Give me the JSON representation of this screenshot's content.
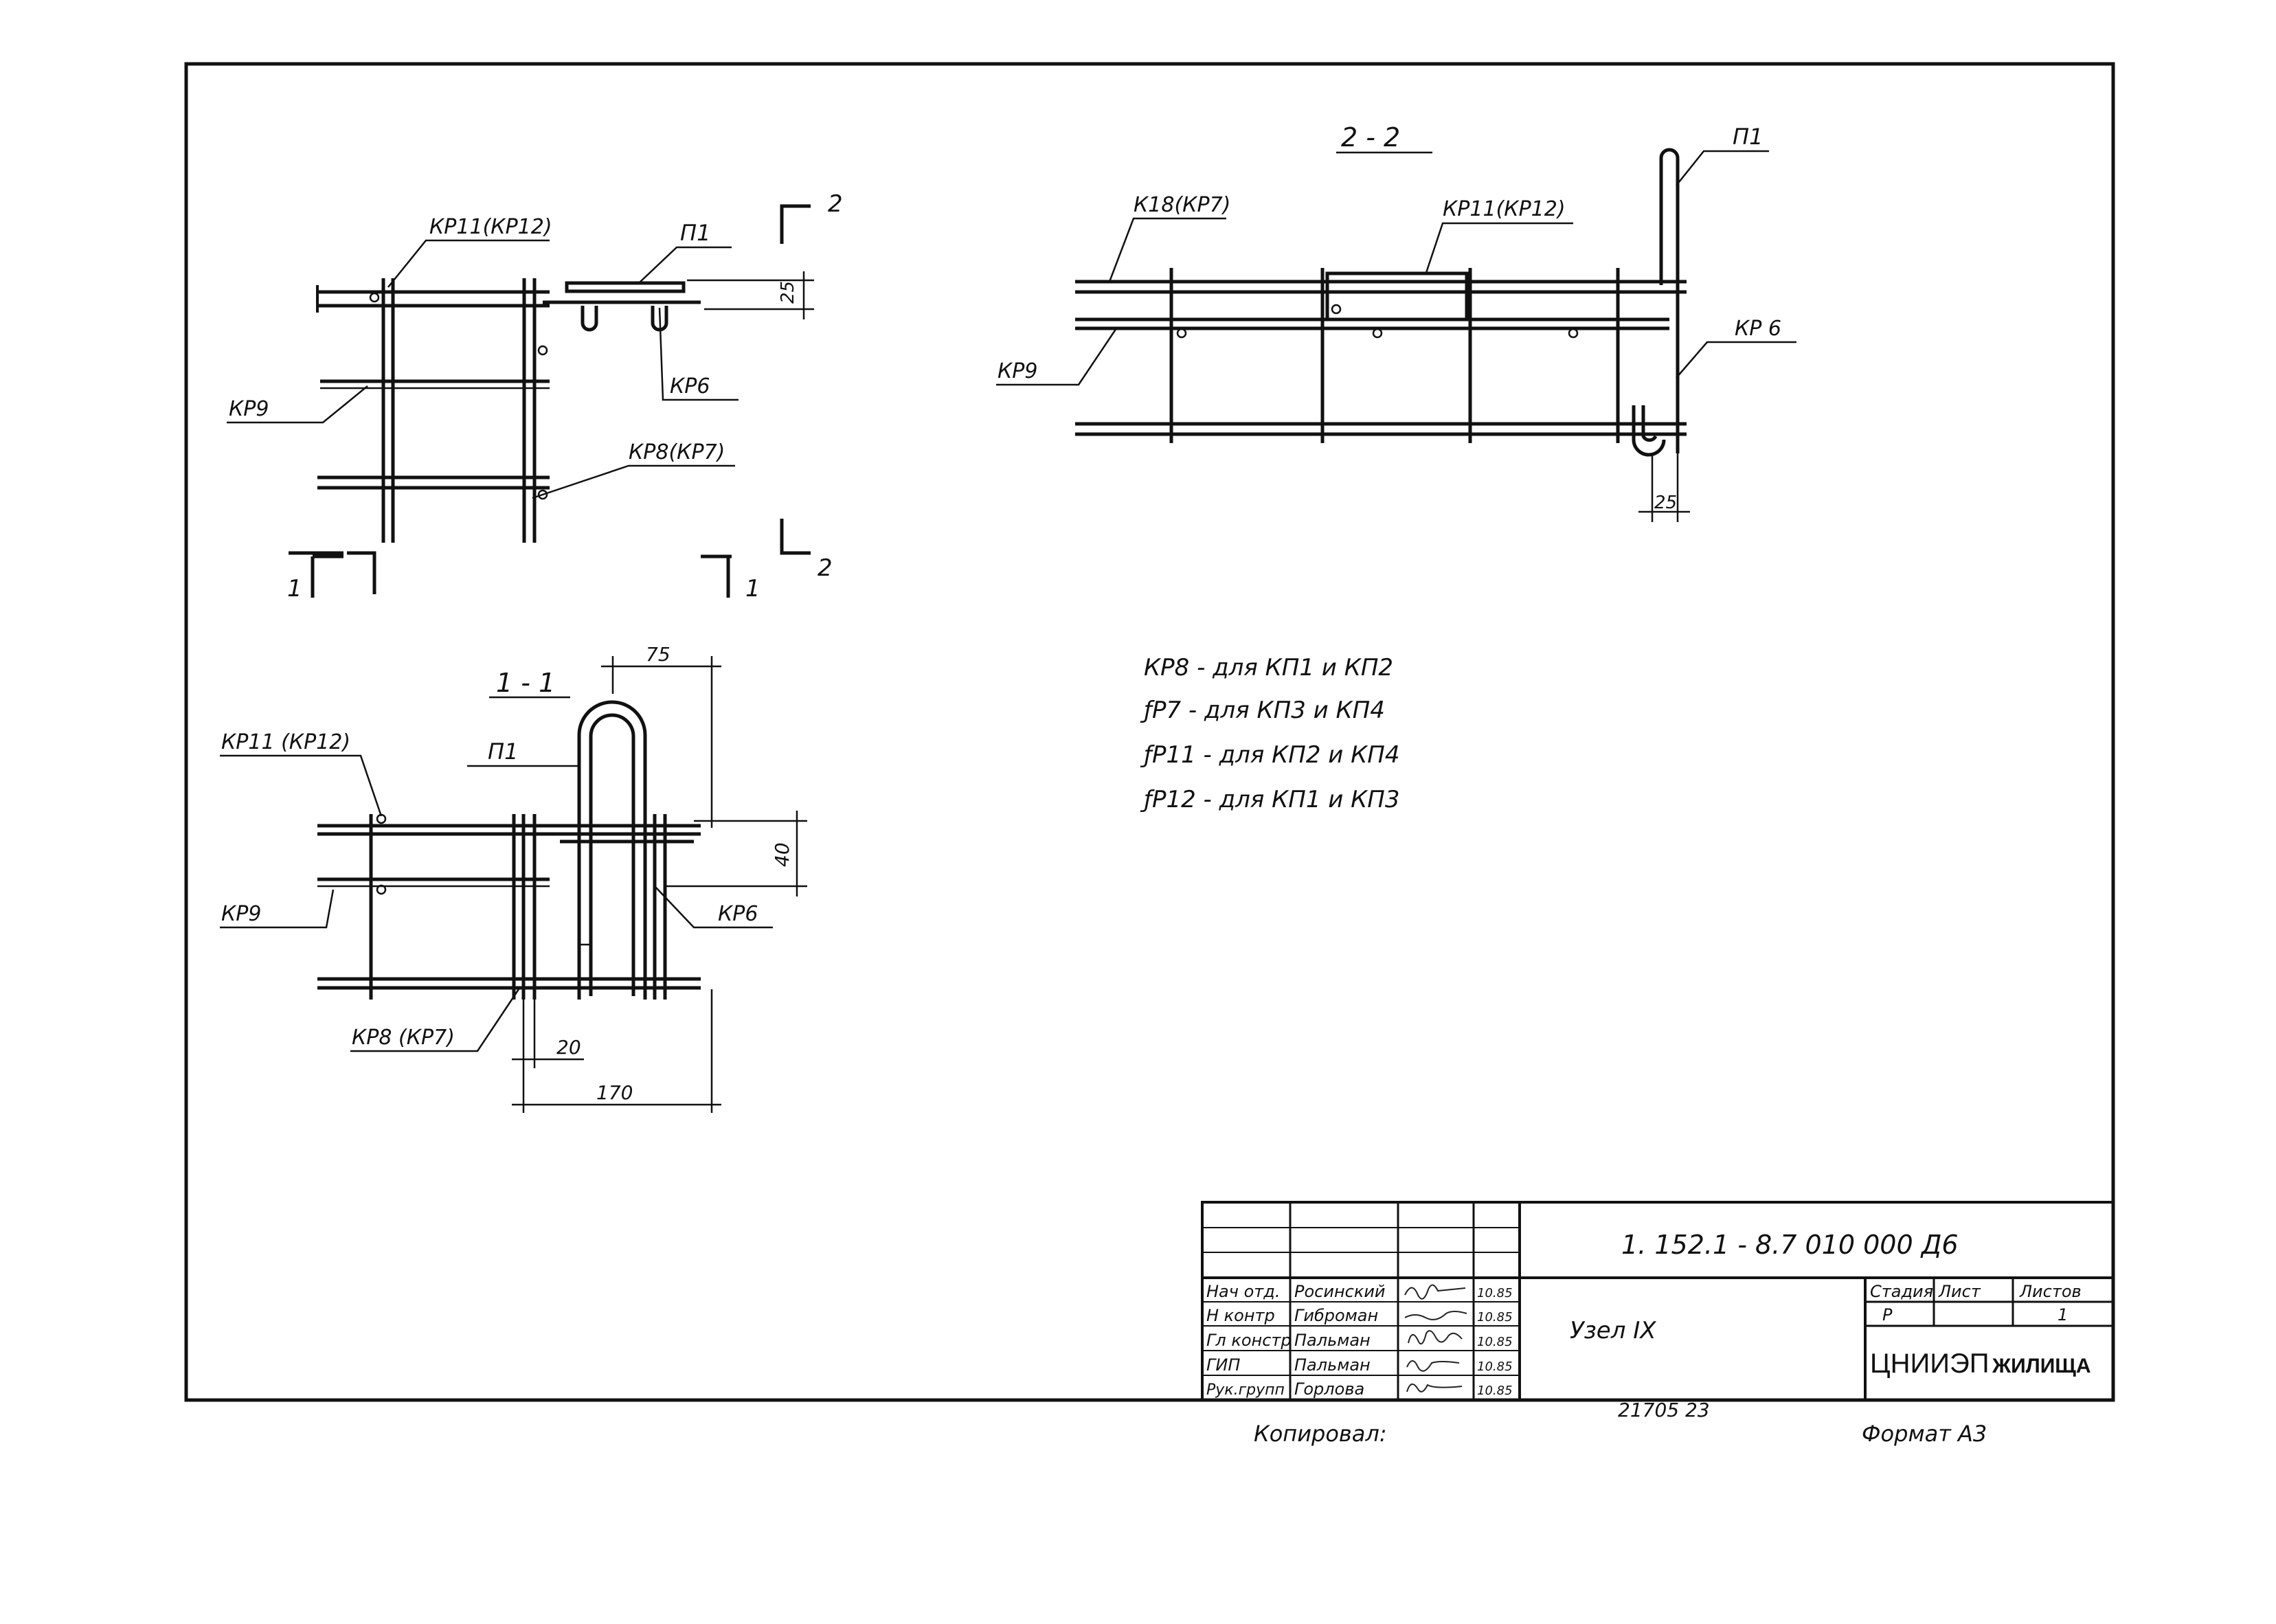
{
  "labels": {
    "kp11_kp12": "КР11(КР12)",
    "kp11_kp12_spaced": "КР11 (КР12)",
    "p1": "П1",
    "kp9": "КР9",
    "kp6": "КР6",
    "kp6_spaced": "КР 6",
    "kp8_kp7": "КР8(КР7)",
    "kp8_kp7_spaced": "КР8 (КР7)",
    "kp8_kp7_top": "К18(КР7)",
    "dim_25": "25",
    "dim_40": "40",
    "dim_75": "75",
    "dim_20": "20",
    "dim_170": "170",
    "cut_1": "1",
    "cut_2": "2"
  },
  "sections": {
    "section_1_1": "1 - 1",
    "section_2_2": "2 - 2"
  },
  "notes": [
    "КР8 - для КП1 и КП2",
    "ƒР7 - для КП3 и КП4",
    "ƒР11 - для КП2 и КП4",
    "ƒР12 - для КП1 и КП3"
  ],
  "title_block": {
    "doc_code": "1. 152.1 - 8.7 010 000 Д6",
    "title": "Узел   IX",
    "org": "ЦНИИЭП",
    "org_suffix": "ЖИЛИЩА",
    "headers": {
      "stage": "Стадия",
      "sheet": "Лист",
      "sheets": "Листов"
    },
    "values": {
      "stage": "Р",
      "sheet": "",
      "sheets": "1"
    },
    "staff": [
      {
        "role": "Нач отд.",
        "name": "Росинский",
        "date": "10.85"
      },
      {
        "role": "Н контр",
        "name": "Гиброман",
        "date": "10.85"
      },
      {
        "role": "Гл констр",
        "name": "Пальман",
        "date": "10.85"
      },
      {
        "role": "ГИП",
        "name": "Пальман",
        "date": "10.85"
      },
      {
        "role": "Рук.групп",
        "name": "Горлова",
        "date": "10.85"
      }
    ]
  },
  "footer": {
    "copied": "Копировал:",
    "inventory": "21705    23",
    "format": "Формат  А3"
  }
}
